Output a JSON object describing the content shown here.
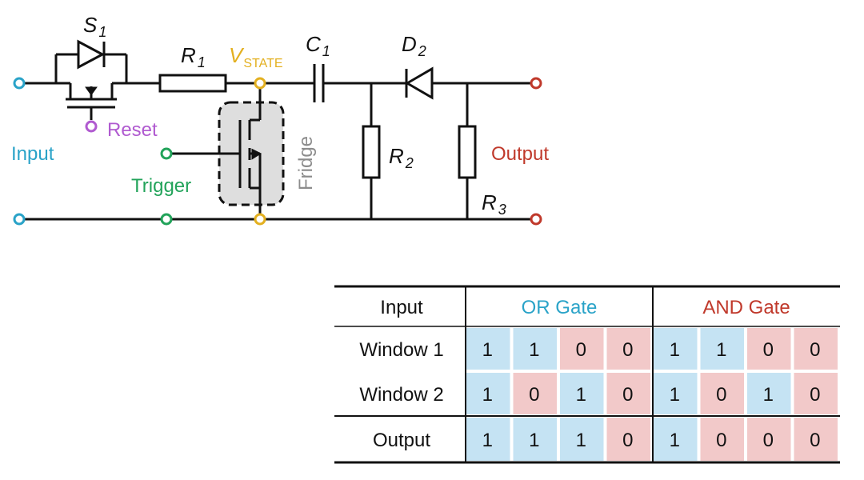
{
  "colors": {
    "input": "#2aa3c8",
    "reset": "#b05ad0",
    "trigger": "#22a35a",
    "vstate": "#e3b020",
    "output": "#c0392b",
    "fridge": "#8c8c8c",
    "fridge_fill": "#dedede",
    "blue_cell": "#c5e3f3",
    "pink_cell": "#f2c9c9",
    "wire": "#111111"
  },
  "circuit": {
    "s1": {
      "main": "S",
      "sub": "1"
    },
    "r1": {
      "main": "R",
      "sub": "1"
    },
    "vstate": {
      "main": "V",
      "sub": "STATE"
    },
    "c1": {
      "main": "C",
      "sub": "1"
    },
    "d2": {
      "main": "D",
      "sub": "2"
    },
    "r2": {
      "main": "R",
      "sub": "2"
    },
    "r3": {
      "main": "R",
      "sub": "3"
    },
    "reset": "Reset",
    "input": "Input",
    "trigger": "Trigger",
    "fridge": "Fridge",
    "output": "Output"
  },
  "table": {
    "header": {
      "input": "Input",
      "or_gate": "OR Gate",
      "and_gate": "AND Gate"
    },
    "rows": [
      {
        "label": "Window 1",
        "values": [
          "1",
          "1",
          "0",
          "0",
          "1",
          "1",
          "0",
          "0"
        ]
      },
      {
        "label": "Window 2",
        "values": [
          "1",
          "0",
          "1",
          "0",
          "1",
          "0",
          "1",
          "0"
        ]
      },
      {
        "label": "Output",
        "values": [
          "1",
          "1",
          "1",
          "0",
          "1",
          "0",
          "0",
          "0"
        ]
      }
    ]
  }
}
